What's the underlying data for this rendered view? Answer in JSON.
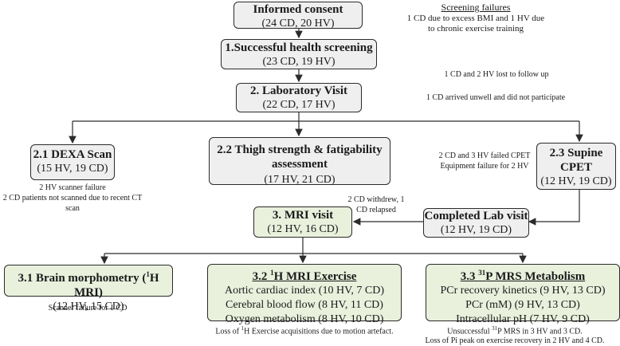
{
  "consent": {
    "title": "Informed consent",
    "counts": "(24 CD, 20 HV)"
  },
  "screening_failures": {
    "heading": "Screening failures",
    "text": "1 CD due to excess BMI and 1 HV due to chronic exercise training"
  },
  "health": {
    "title": "1.Successful health screening",
    "counts": "(23 CD, 19 HV)"
  },
  "note_lost": "1 CD and 2 HV lost to follow up",
  "lab": {
    "title": "2. Laboratory Visit",
    "counts": "(22 CD, 17 HV)"
  },
  "note_unwell": "1 CD arrived unwell and did not participate",
  "dexa": {
    "title": "2.1 DEXA Scan",
    "counts": "(15 HV, 19 CD)"
  },
  "note_dexa": "2 HV scanner failure\n2 CD patients not scanned due to recent CT scan",
  "thigh": {
    "title": "2.2 Thigh strength & fatigability assessment",
    "counts": "(17 HV, 21 CD)"
  },
  "note_cpet": "2 CD and 3 HV failed CPET\nEquipment failure for 2 HV",
  "cpet": {
    "title": "2.3 Supine CPET",
    "counts": "(12 HV, 19 CD)"
  },
  "completed": {
    "title": "Completed Lab visit",
    "counts": "(12 HV, 19 CD)"
  },
  "note_withdrew": "2 CD withdrew, 1 CD relapsed",
  "mri": {
    "title": "3. MRI visit",
    "counts": "(12 HV, 16 CD)"
  },
  "brain": {
    "title_pre": "3.1 Brain morphometry (",
    "sup": "1",
    "title_post": "H MRI)",
    "counts": "(12 HV, 15 CD)"
  },
  "note_brain": "Scanner failure for 1 CD",
  "exercise": {
    "title_pre": "3.2 ",
    "sup": "1",
    "title_post": "H MRI Exercise",
    "lines": [
      "Aortic cardiac index (10 HV, 7 CD)",
      "Cerebral blood flow (8 HV, 11 CD)",
      "Oxygen metabolism (8 HV, 10 CD)"
    ]
  },
  "note_exercise": {
    "pre": "Loss of ",
    "sup": "1",
    "post": "H Exercise acquisitions due to motion artefact."
  },
  "mrs": {
    "title_pre": "3.3 ",
    "sup": "31",
    "title_post": "P MRS Metabolism",
    "lines": [
      "PCr recovery kinetics (9 HV, 13 CD)",
      "PCr (mM) (9 HV, 13 CD)",
      "Intracellular pH (7 HV, 9 CD)"
    ]
  },
  "note_mrs": {
    "pre": "Unsuccessful ",
    "sup": "31",
    "post": "P MRS in 3 HV and 3 CD.",
    "line2": "Loss of Pi peak on exercise recovery in 2 HV and 4 CD."
  },
  "colors": {
    "grey_box": "#efefef",
    "green_box": "#e9f1dd",
    "line": "#2b2b2b"
  }
}
